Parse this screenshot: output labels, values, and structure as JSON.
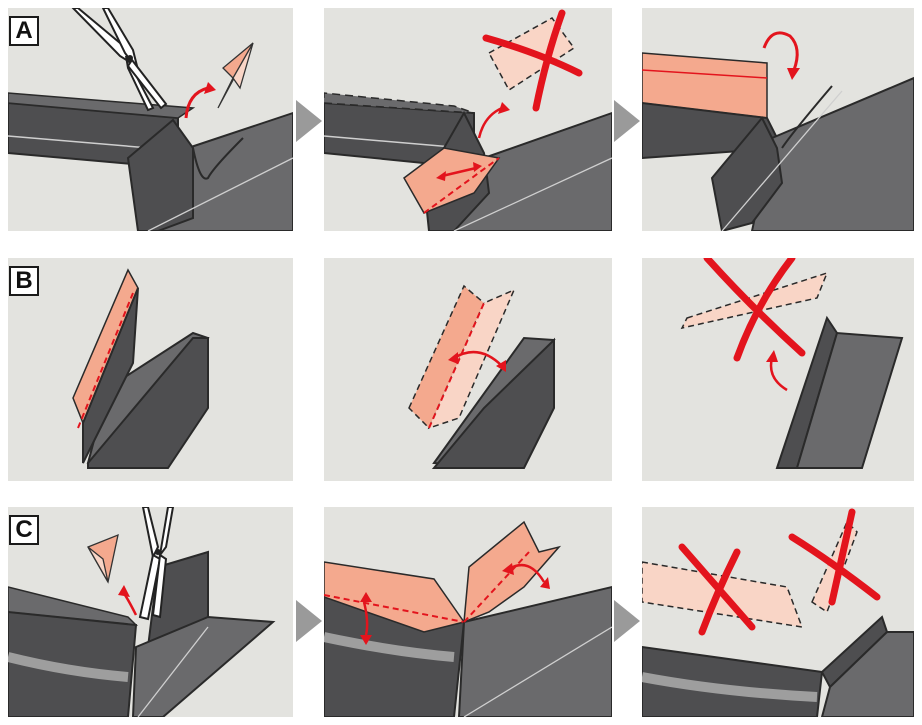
{
  "rows": [
    {
      "label": "A"
    },
    {
      "label": "B"
    },
    {
      "label": "C"
    }
  ],
  "colors": {
    "panel_bg": "#e3e3df",
    "metal_dark": "#4e4e50",
    "metal_mid": "#6a6a6c",
    "metal_edge": "#2a2a2a",
    "highlight": "#bdbdbd",
    "cut_piece": "#f4a98e",
    "removed_piece": "#f9d5c6",
    "red": "#e3141d",
    "arrow_grey": "#9a9a9a"
  },
  "icons": [
    "tin-snips-icon",
    "paper-plane-icon",
    "red-cross-icon",
    "curved-arrow-icon",
    "step-arrow-icon"
  ]
}
